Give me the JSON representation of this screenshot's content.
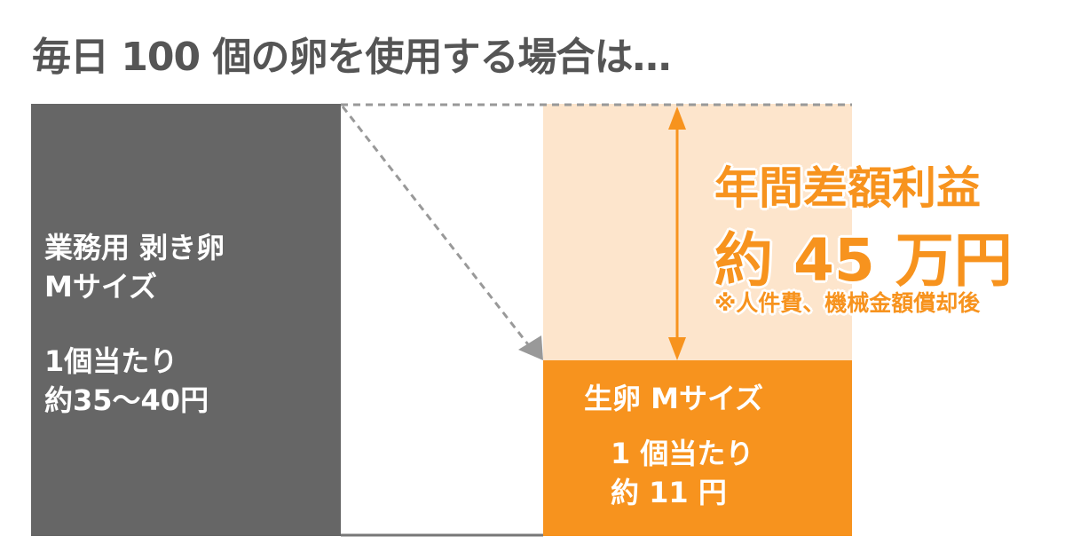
{
  "title": "毎日 100 個の卵を使用する場合は…",
  "left_box": {
    "line1": "業務用 剥き卵",
    "line2": "Mサイズ",
    "line3": "1個当たり",
    "line4": "約35〜40円"
  },
  "right_box": {
    "line1": "生卵 Mサイズ",
    "line2": "1 個当たり",
    "line3": "約 11 円"
  },
  "profit": {
    "label": "年間差額利益",
    "amount": "約 45 万円",
    "note": "※人件費、機械金額償却後"
  },
  "colors": {
    "dark": "#666666",
    "orange": "#f7931e",
    "light_orange": "#fde5cc",
    "title": "#555555"
  }
}
